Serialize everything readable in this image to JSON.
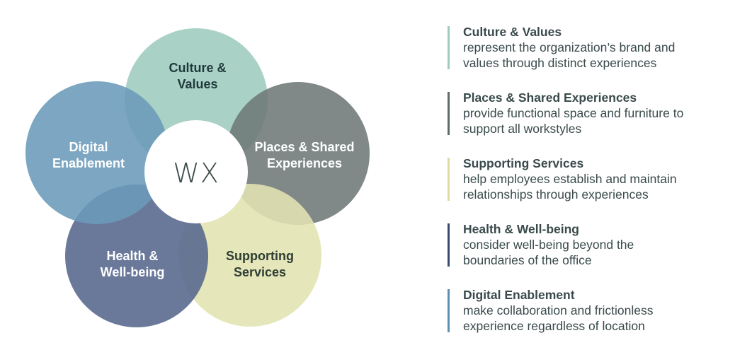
{
  "diagram": {
    "center_label": "WX",
    "petals": [
      {
        "id": "culture",
        "lines": [
          "Culture &",
          "Values"
        ],
        "color": "#9ecbbe",
        "text_color": "#1f3a3a"
      },
      {
        "id": "places",
        "lines": [
          "Places & Shared",
          "Experiences"
        ],
        "color": "#6e7978",
        "text_color": "#ffffff"
      },
      {
        "id": "supporting",
        "lines": [
          "Supporting",
          "Services"
        ],
        "color": "#e3e3b2",
        "text_color": "#2f3e33"
      },
      {
        "id": "health",
        "lines": [
          "Health &",
          "Well-being"
        ],
        "color": "#55668c",
        "text_color": "#ffffff"
      },
      {
        "id": "digital",
        "lines": [
          "Digital",
          "Enablement"
        ],
        "color": "#6b9ab9",
        "text_color": "#ffffff"
      }
    ]
  },
  "legend": [
    {
      "title": "Culture & Values",
      "desc_lines": [
        "represent the organization’s brand and",
        "values through distinct experiences"
      ],
      "bar_color": "#9ecbbe"
    },
    {
      "title": "Places & Shared Experiences",
      "desc_lines": [
        "provide functional space and furniture to",
        "support all workstyles"
      ],
      "bar_color": "#5f6b6a"
    },
    {
      "title": "Supporting Services",
      "desc_lines": [
        "help employees establish and maintain",
        "relationships through experiences"
      ],
      "bar_color": "#dcdca6"
    },
    {
      "title": "Health & Well-being",
      "desc_lines": [
        "consider well-being beyond the",
        "boundaries of the office"
      ],
      "bar_color": "#3a4a6e"
    },
    {
      "title": "Digital Enablement",
      "desc_lines": [
        "make collaboration and frictionless",
        "experience regardless of location"
      ],
      "bar_color": "#5f8fb3"
    }
  ]
}
